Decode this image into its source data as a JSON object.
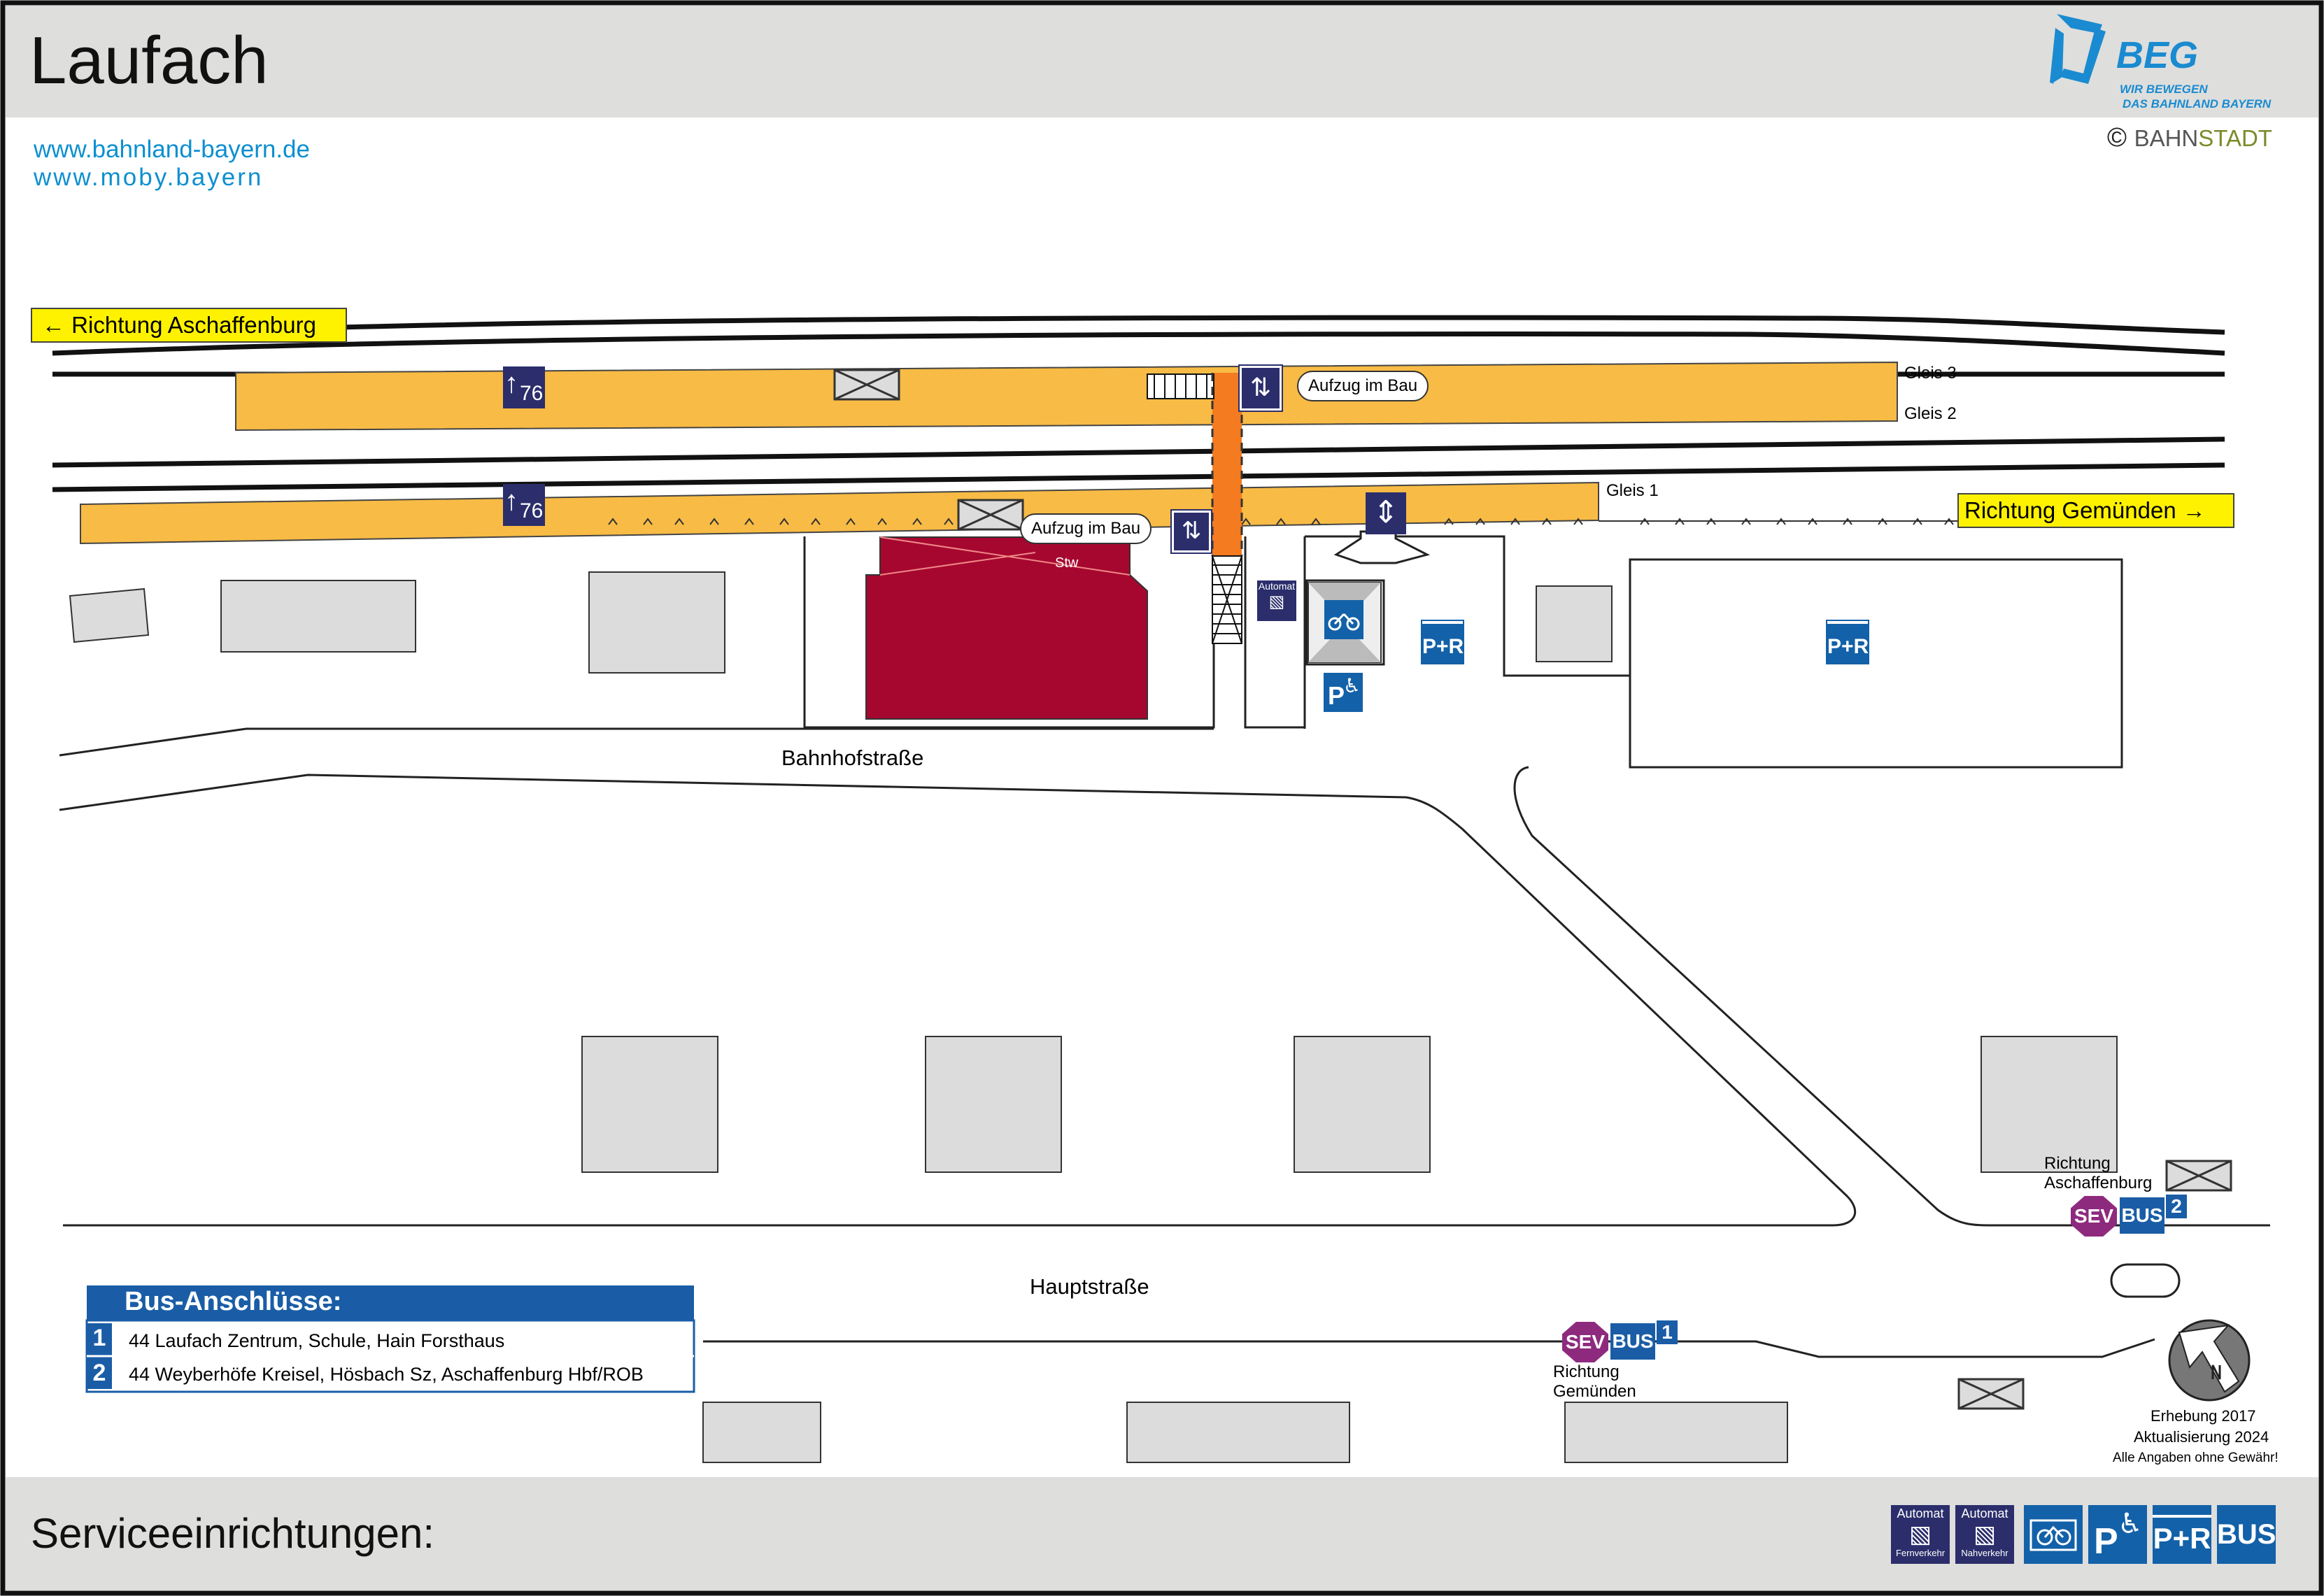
{
  "header": {
    "title": "Laufach",
    "links": [
      "www.bahnland-bayern.de",
      "www.moby.bayern"
    ],
    "logo": {
      "name": "BEG",
      "line1": "WIR BEWEGEN",
      "line2": "DAS BAHNLAND BAYERN"
    },
    "copyright": {
      "symbol": "©",
      "part1": "BAHN",
      "part2": "STADT"
    }
  },
  "directions": {
    "west": "Richtung Aschaffenburg",
    "east": "Richtung Gemünden"
  },
  "tracks": {
    "gleis3": "Gleis 3",
    "gleis2": "Gleis 2",
    "gleis1": "Gleis 1"
  },
  "platform_markers": {
    "section": "76"
  },
  "labels": {
    "elevator_construction": "Aufzug im Bau",
    "signal_box": "Stw",
    "street_station": "Bahnhofstraße",
    "street_main": "Hauptstraße",
    "ticket_machine": "Automat",
    "park_ride": "P+R",
    "parking": "P",
    "bus": "BUS",
    "sev": "SEV"
  },
  "bus_stops": [
    {
      "route": "1",
      "dir_line1": "Richtung",
      "dir_line2": "Gemünden"
    },
    {
      "route": "2",
      "dir_line1": "Richtung",
      "dir_line2": "Aschaffenburg"
    }
  ],
  "bus_table": {
    "title": "Bus-Anschlüsse:",
    "rows": [
      {
        "num": "1",
        "text": "44 Laufach Zentrum, Schule, Hain Forsthaus"
      },
      {
        "num": "2",
        "text": "44 Weyberhöfe Kreisel, Hösbach Sz, Aschaffenburg Hbf/ROB"
      }
    ]
  },
  "survey": {
    "line1": "Erhebung 2017",
    "line2": "Aktualisierung 2024",
    "line3": "Alle Angaben ohne Gewähr!"
  },
  "footer": {
    "title": "Serviceeinrichtungen:",
    "icons": [
      {
        "label": "Automat",
        "sub": "Fernverkehr",
        "icon": "ticket-machine-icon"
      },
      {
        "label": "Automat",
        "sub": "Nahverkehr",
        "icon": "ticket-machine-icon"
      },
      {
        "label": "",
        "sub": "",
        "icon": "bicycle-icon"
      },
      {
        "label": "P",
        "sub": "",
        "icon": "accessible-parking-icon"
      },
      {
        "label": "P+R",
        "sub": "",
        "icon": "park-and-ride-icon"
      },
      {
        "label": "BUS",
        "sub": "",
        "icon": "bus-icon"
      }
    ]
  },
  "colors": {
    "platform": "#F8BB45",
    "signal_box": "#A6072F",
    "bridge": "#F47B20",
    "pict_dark": "#2B2E6B",
    "pict_blue": "#1361A8",
    "bus_blue": "#1A5DA6",
    "sev": "#8E2A7E",
    "direction_yellow": "#FFF200",
    "link_blue": "#0D8FD0",
    "bahnstadt_green": "#7A8B2A",
    "building_gray": "#DCDCDC",
    "band_gray": "#DEDEDD"
  }
}
